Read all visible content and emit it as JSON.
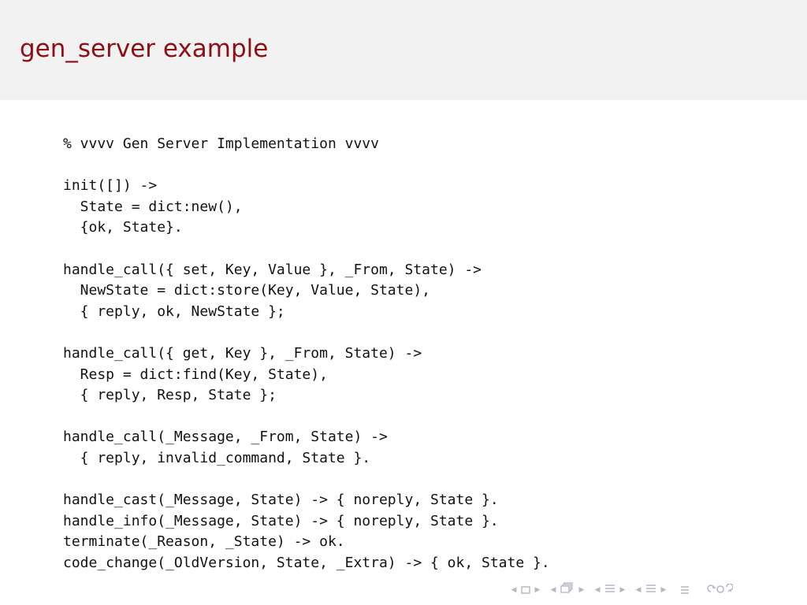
{
  "frame": {
    "title": "gen_server example"
  },
  "code": {
    "lines": [
      "% vvvv Gen Server Implementation vvvv",
      "",
      "init([]) ->",
      "  State = dict:new(),",
      "  {ok, State}.",
      "",
      "handle_call({ set, Key, Value }, _From, State) ->",
      "  NewState = dict:store(Key, Value, State),",
      "  { reply, ok, NewState };",
      "",
      "handle_call({ get, Key }, _From, State) ->",
      "  Resp = dict:find(Key, State),",
      "  { reply, Resp, State };",
      "",
      "handle_call(_Message, _From, State) ->",
      "  { reply, invalid_command, State }.",
      "",
      "handle_cast(_Message, State) -> { noreply, State }.",
      "handle_info(_Message, State) -> { noreply, State }.",
      "terminate(_Reason, _State) -> ok.",
      "code_change(_OldVersion, State, _Extra) -> { ok, State }."
    ]
  },
  "navigation": {
    "controls": [
      {
        "name": "frame-nav",
        "icon": "frame-icon"
      },
      {
        "name": "subsection-nav",
        "icon": "subsection-icon"
      },
      {
        "name": "section-nav",
        "icon": "section-icon"
      },
      {
        "name": "document-nav",
        "icon": "document-icon"
      }
    ],
    "align_icon": "align-icon",
    "search_icon": "zoom-search-icon",
    "color": "#b5b5c4"
  }
}
